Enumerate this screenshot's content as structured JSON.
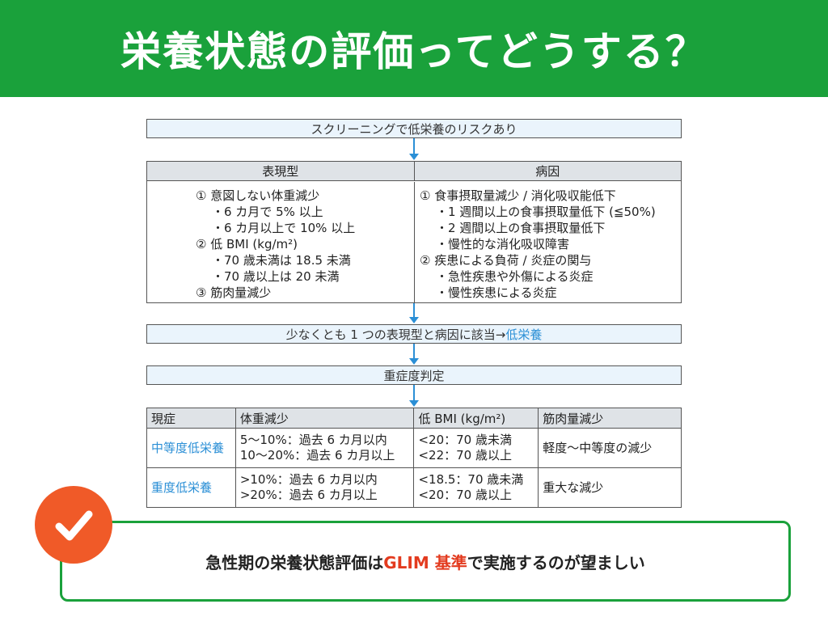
{
  "header": {
    "title": "栄養状態の評価ってどうする？"
  },
  "flow": {
    "screening": "スクリーニングで低栄養のリスクあり",
    "phenotype": {
      "heading": "表現型",
      "items": [
        {
          "text": "① 意図しない体重減少",
          "level": 1
        },
        {
          "text": "・6 カ月で 5% 以上",
          "level": 2
        },
        {
          "text": "・6 カ月以上で 10% 以上",
          "level": 2
        },
        {
          "text": "② 低 BMI (kg/m²)",
          "level": 1
        },
        {
          "text": "・70 歳未満は 18.5 未満",
          "level": 2
        },
        {
          "text": "・70 歳以上は 20 未満",
          "level": 2
        },
        {
          "text": "③ 筋肉量減少",
          "level": 1
        }
      ]
    },
    "etiology": {
      "heading": "病因",
      "items": [
        {
          "text": "① 食事摂取量減少 / 消化吸収能低下",
          "level": 1
        },
        {
          "text": "・1 週間以上の食事摂取量低下 (≦50%)",
          "level": 2
        },
        {
          "text": "・2 週間以上の食事摂取量低下",
          "level": 2
        },
        {
          "text": "・慢性的な消化吸収障害",
          "level": 2
        },
        {
          "text": "② 疾患による負荷 / 炎症の関与",
          "level": 1
        },
        {
          "text": "・急性疾患や外傷による炎症",
          "level": 2
        },
        {
          "text": "・慢性疾患による炎症",
          "level": 2
        }
      ]
    },
    "result_prefix": "少なくとも 1 つの表現型と病因に該当→",
    "result_highlight": "低栄養",
    "severity_label": "重症度判定"
  },
  "severity_table": {
    "headers": [
      "現症",
      "体重減少",
      "低 BMI (kg/m²)",
      "筋肉量減少"
    ],
    "rows": [
      {
        "category": "中等度低栄養",
        "weight": [
          "5〜10%：過去 6 カ月以内",
          "10〜20%：過去 6 カ月以上"
        ],
        "bmi": [
          "<20：70 歳未満",
          "<22：70 歳以上"
        ],
        "muscle": "軽度〜中等度の減少"
      },
      {
        "category": "重度低栄養",
        "weight": [
          ">10%：過去 6 カ月以内",
          ">20%：過去 6 カ月以上"
        ],
        "bmi": [
          "<18.5：70 歳未満",
          "<20：70 歳以上"
        ],
        "muscle": "重大な減少"
      }
    ]
  },
  "note": {
    "before": "急性期の栄養状態評価は",
    "highlight": "GLIM 基準",
    "after": "で実施するのが望ましい"
  },
  "icons": {
    "check": "check-circle-icon"
  },
  "colors": {
    "green": "#1aa13b",
    "blue": "#2b8fd6",
    "orange": "#f05a28",
    "red": "#e33b1f"
  }
}
